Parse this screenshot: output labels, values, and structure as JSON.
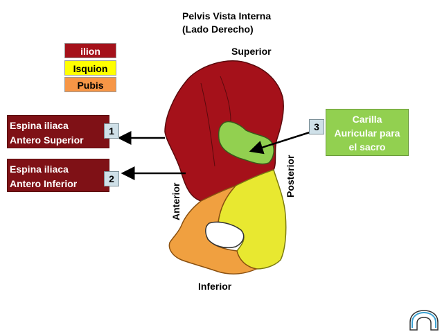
{
  "title_line1": "Pelvis Vista Interna",
  "title_line2": "(Lado Derecho)",
  "directions": {
    "superior": "Superior",
    "inferior": "Inferior",
    "anterior": "Anterior",
    "posterior": "Posterior"
  },
  "legend": [
    {
      "label": "ilion",
      "color": "#a5111a",
      "text_color": "#ffffff"
    },
    {
      "label": "Isquion",
      "color": "#ffff00",
      "text_color": "#000000"
    },
    {
      "label": "Pubis",
      "color": "#f79646",
      "text_color": "#000000"
    }
  ],
  "callouts": [
    {
      "number": "1",
      "line1": "Espina iliaca",
      "line2": "Antero Superior"
    },
    {
      "number": "2",
      "line1": "Espina iliaca",
      "line2": "Antero Inferior"
    },
    {
      "number": "3",
      "line1": "Carilla",
      "line2": "Auricular para",
      "line3": "el sacro"
    }
  ],
  "colors": {
    "ilion": "#a5111a",
    "isquion": "#e8e830",
    "pubis": "#f0a040",
    "auricular": "#92d050"
  },
  "nav_icon": "arch-return-icon"
}
